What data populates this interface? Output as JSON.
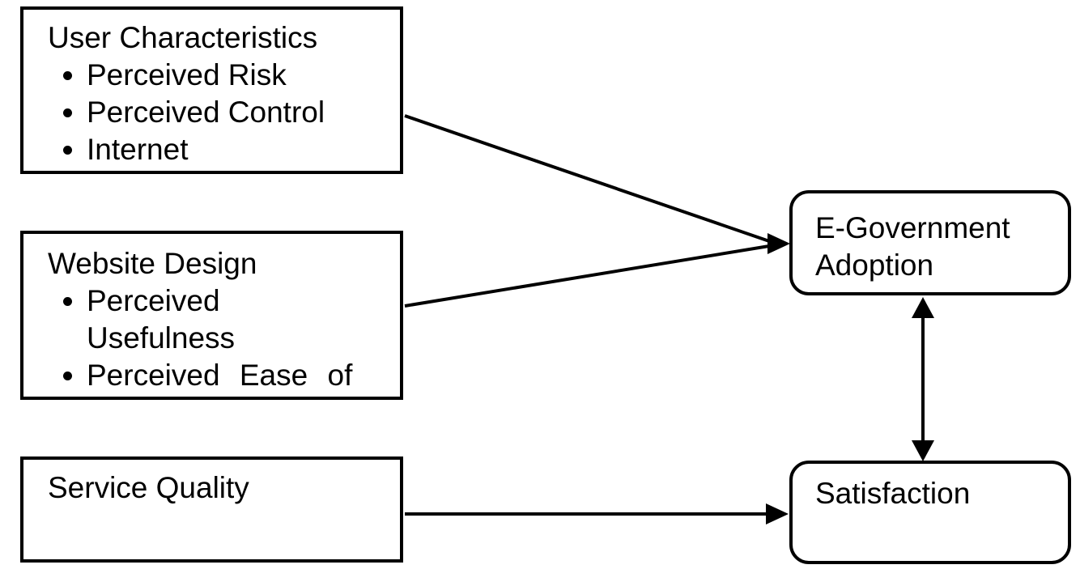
{
  "nodes": {
    "user_characteristics": {
      "title": "User Characteristics",
      "bullets": [
        "Perceived Risk",
        "Perceived Control",
        "Internet"
      ]
    },
    "website_design": {
      "title": "Website Design",
      "bullets": [
        "Perceived Usefulness",
        "Perceived Ease of"
      ]
    },
    "service_quality": {
      "title": "Service Quality"
    },
    "egov_adoption": {
      "line1": "E-Government",
      "line2": "Adoption"
    },
    "satisfaction": {
      "title": "Satisfaction"
    }
  },
  "relationships": [
    {
      "from": "User Characteristics",
      "to": "E-Government Adoption",
      "type": "arrow"
    },
    {
      "from": "Website Design",
      "to": "E-Government Adoption",
      "type": "arrow"
    },
    {
      "from": "Service Quality",
      "to": "Satisfaction",
      "type": "arrow"
    },
    {
      "from": "E-Government Adoption",
      "to": "Satisfaction",
      "type": "double-arrow"
    }
  ],
  "colors": {
    "background": "#ffffff",
    "border": "#000000",
    "text": "#000000",
    "arrow": "#000000"
  }
}
